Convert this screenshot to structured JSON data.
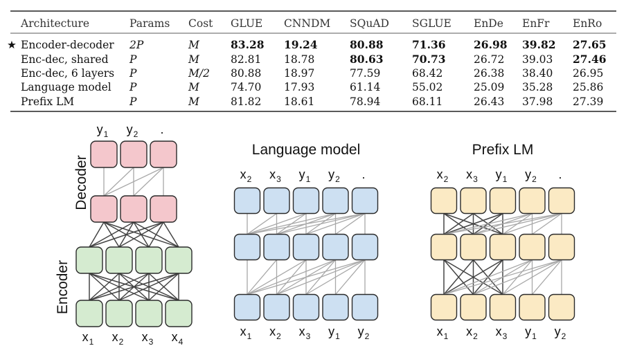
{
  "table": {
    "headers": [
      "Architecture",
      "Params",
      "Cost",
      "GLUE",
      "CNNDM",
      "SQuAD",
      "SGLUE",
      "EnDe",
      "EnFr",
      "EnRo"
    ],
    "rows": [
      {
        "star": "★",
        "cells": [
          "Encoder-decoder",
          "2P",
          "M",
          "83.28",
          "19.24",
          "80.88",
          "71.36",
          "26.98",
          "39.82",
          "27.65"
        ],
        "bold": [
          3,
          4,
          5,
          6,
          7,
          8,
          9
        ]
      },
      {
        "star": "",
        "cells": [
          "Enc-dec, shared",
          "P",
          "M",
          "82.81",
          "18.78",
          "80.63",
          "70.73",
          "26.72",
          "39.03",
          "27.46"
        ],
        "bold": [
          5,
          6,
          9
        ]
      },
      {
        "star": "",
        "cells": [
          "Enc-dec, 6 layers",
          "P",
          "M/2",
          "80.88",
          "18.97",
          "77.59",
          "68.42",
          "26.38",
          "38.40",
          "26.95"
        ],
        "bold": []
      },
      {
        "star": "",
        "cells": [
          "Language model",
          "P",
          "M",
          "74.70",
          "17.93",
          "61.14",
          "55.02",
          "25.09",
          "35.28",
          "25.86"
        ],
        "bold": []
      },
      {
        "star": "",
        "cells": [
          "Prefix LM",
          "P",
          "M",
          "81.82",
          "18.61",
          "78.94",
          "68.11",
          "26.43",
          "37.98",
          "27.39"
        ],
        "bold": []
      }
    ]
  },
  "diagrams": {
    "encdec": {
      "decoder_label": "Decoder",
      "encoder_label": "Encoder",
      "top_tokens": [
        {
          "base": "y",
          "sub": "1"
        },
        {
          "base": "y",
          "sub": "2"
        },
        {
          "base": ".",
          "sub": ""
        }
      ],
      "bottom_tokens": [
        {
          "base": "x",
          "sub": "1"
        },
        {
          "base": "x",
          "sub": "2"
        },
        {
          "base": "x",
          "sub": "3"
        },
        {
          "base": "x",
          "sub": "4"
        }
      ]
    },
    "lm": {
      "title": "Language model",
      "top_tokens": [
        {
          "base": "x",
          "sub": "2"
        },
        {
          "base": "x",
          "sub": "3"
        },
        {
          "base": "y",
          "sub": "1"
        },
        {
          "base": "y",
          "sub": "2"
        },
        {
          "base": ".",
          "sub": ""
        }
      ],
      "bottom_tokens": [
        {
          "base": "x",
          "sub": "1"
        },
        {
          "base": "x",
          "sub": "2"
        },
        {
          "base": "x",
          "sub": "3"
        },
        {
          "base": "y",
          "sub": "1"
        },
        {
          "base": "y",
          "sub": "2"
        }
      ]
    },
    "prefix": {
      "title": "Prefix LM",
      "prefix_length": 3,
      "top_tokens": [
        {
          "base": "x",
          "sub": "2"
        },
        {
          "base": "x",
          "sub": "3"
        },
        {
          "base": "y",
          "sub": "1"
        },
        {
          "base": "y",
          "sub": "2"
        },
        {
          "base": ".",
          "sub": ""
        }
      ],
      "bottom_tokens": [
        {
          "base": "x",
          "sub": "1"
        },
        {
          "base": "x",
          "sub": "2"
        },
        {
          "base": "x",
          "sub": "3"
        },
        {
          "base": "y",
          "sub": "1"
        },
        {
          "base": "y",
          "sub": "2"
        }
      ]
    }
  }
}
